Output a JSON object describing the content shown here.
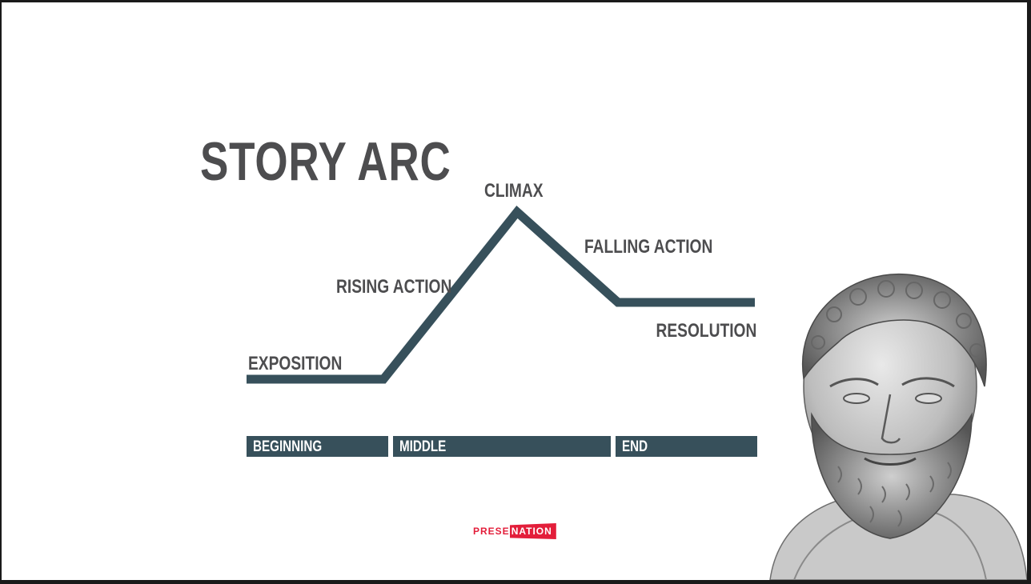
{
  "slide": {
    "title": "STORY ARC",
    "arc_labels": {
      "exposition": "EXPOSITION",
      "rising_action": "RISING ACTION",
      "climax": "CLIMAX",
      "falling_action": "FALLING ACTION",
      "resolution": "RESOLUTION"
    },
    "phases": {
      "beginning": "BEGINNING",
      "middle": "MIDDLE",
      "end": "END"
    },
    "logo": {
      "part1": "PRESE",
      "part2": "NATION"
    }
  },
  "colors": {
    "arc": "#37505b",
    "text": "#4d4d4f",
    "brand": "#e31e3a",
    "background": "#ffffff"
  },
  "icons": {
    "portrait": "greek-bust-image"
  }
}
